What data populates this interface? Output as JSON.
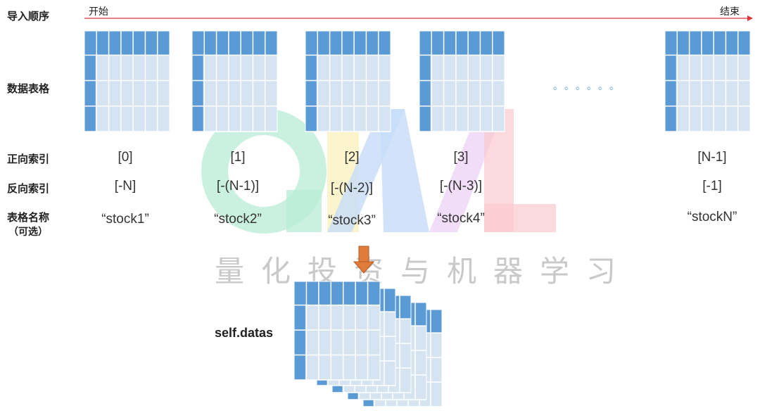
{
  "row_labels": {
    "import_order": "导入顺序",
    "data_table": "数据表格",
    "forward_index": "正向索引",
    "reverse_index": "反向索引",
    "table_name_line1": "表格名称",
    "table_name_line2": "（可选）"
  },
  "timeline": {
    "start": "开始",
    "end": "结束"
  },
  "columns": [
    {
      "forward": "[0]",
      "reverse": "[-N]",
      "name": "“stock1”"
    },
    {
      "forward": "[1]",
      "reverse": "[-(N-1)]",
      "name": "“stock2”"
    },
    {
      "forward": "[2]",
      "reverse": "[-(N-2)]",
      "name": "“stock3”"
    },
    {
      "forward": "[3]",
      "reverse": "[-(N-3)]",
      "name": "“stock4”"
    },
    {
      "forward": "[N-1]",
      "reverse": "[-1]",
      "name": "“stockN”"
    }
  ],
  "ellipsis": "。。。。。。",
  "watermark": {
    "logo": "QML",
    "text": "量化投资与机器学习"
  },
  "merged_label": "self.datas",
  "colors": {
    "header_blue": "#5b9bd5",
    "cell_light": "#d6e4f2",
    "cell_line": "#ffffff",
    "arrow": "#e07b39",
    "timeline": "#e0303a"
  }
}
